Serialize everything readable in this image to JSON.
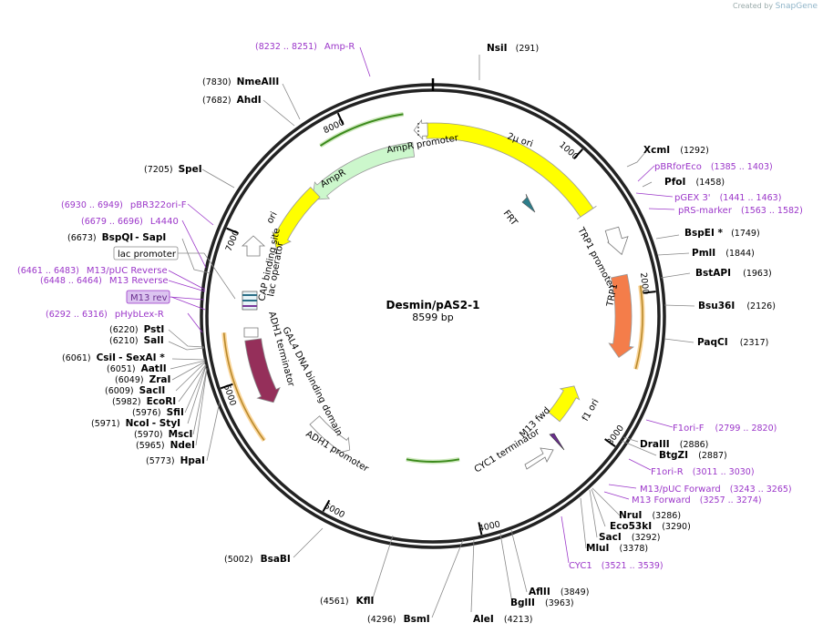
{
  "header": {
    "credit_prefix": "Created by",
    "credit_brand": "SnapGene"
  },
  "plasmid": {
    "name": "Desmin/pAS2-1",
    "length": "8599 bp"
  },
  "ticks": [
    "1000",
    "2000",
    "3000",
    "4000",
    "5000",
    "6000",
    "7000",
    "8000"
  ],
  "features": {
    "two_micron_ori": "2µ ori",
    "ampr_promoter": "AmpR promoter",
    "ampr": "AmpR",
    "ori": "ori",
    "cap_site": "CAP binding site",
    "lac_operator": "lac operator",
    "adh1_terminator": "ADH1 terminator",
    "gal4": "GAL4 DNA binding domain",
    "adh1_promoter": "ADH1 promoter",
    "frt": "FRT",
    "trp1_promoter": "TRP1 promoter",
    "trp1": "TRP1",
    "f1_ori": "f1 ori",
    "cyc1_terminator": "CYC1 terminator",
    "m13_fwd": "M13 fwd"
  },
  "enzymes_right": [
    {
      "name": "NsiI",
      "pos": "(291)"
    },
    {
      "name": "XcmI",
      "pos": "(1292)"
    },
    {
      "name": "PfoI",
      "pos": "(1458)"
    },
    {
      "name": "BspEI *",
      "pos": "(1749)"
    },
    {
      "name": "PmlI",
      "pos": "(1844)"
    },
    {
      "name": "BstAPI",
      "pos": "(1963)"
    },
    {
      "name": "Bsu36I",
      "pos": "(2126)"
    },
    {
      "name": "PaqCI",
      "pos": "(2317)"
    },
    {
      "name": "DraIII",
      "pos": "(2886)"
    },
    {
      "name": "BtgZI",
      "pos": "(2887)"
    },
    {
      "name": "NruI",
      "pos": "(3286)"
    },
    {
      "name": "Eco53kI",
      "pos": "(3290)"
    },
    {
      "name": "SacI",
      "pos": "(3292)"
    },
    {
      "name": "MluI",
      "pos": "(3378)"
    },
    {
      "name": "AflII",
      "pos": "(3849)"
    },
    {
      "name": "BglII",
      "pos": "(3963)"
    },
    {
      "name": "AleI",
      "pos": "(4213)"
    }
  ],
  "enzymes_bottom_left": [
    {
      "name": "BsmI",
      "pos": "(4296)"
    },
    {
      "name": "KflI",
      "pos": "(4561)"
    },
    {
      "name": "BsaBI",
      "pos": "(5002)"
    }
  ],
  "enzymes_left": [
    {
      "name": "NmeAIII",
      "pos": "(7830)"
    },
    {
      "name": "AhdI",
      "pos": "(7682)"
    },
    {
      "name": "SpeI",
      "pos": "(7205)"
    },
    {
      "name": "BspQI",
      "name2": "SapI",
      "pos": "(6673)"
    },
    {
      "name": "PstI",
      "pos": "(6220)"
    },
    {
      "name": "SalI",
      "pos": "(6210)"
    },
    {
      "name": "CsiI",
      "name2": "SexAI *",
      "pos": "(6061)"
    },
    {
      "name": "AatII",
      "pos": "(6051)"
    },
    {
      "name": "ZraI",
      "pos": "(6049)"
    },
    {
      "name": "SacII",
      "pos": "(6009)"
    },
    {
      "name": "EcoRI",
      "pos": "(5982)"
    },
    {
      "name": "SfiI",
      "pos": "(5976)"
    },
    {
      "name": "NcoI",
      "name2": "StyI",
      "pos": "(5971)"
    },
    {
      "name": "MscI",
      "pos": "(5970)"
    },
    {
      "name": "NdeI",
      "pos": "(5965)"
    },
    {
      "name": "HpaI",
      "pos": "(5773)"
    }
  ],
  "primers": [
    {
      "name": "Amp-R",
      "pos": "(8232 .. 8251)"
    },
    {
      "name": "pBRforEco",
      "pos": "(1385 .. 1403)"
    },
    {
      "name": "pGEX 3'",
      "pos": "(1441 .. 1463)"
    },
    {
      "name": "pRS-marker",
      "pos": "(1563 .. 1582)"
    },
    {
      "name": "F1ori-F",
      "pos": "(2799 .. 2820)"
    },
    {
      "name": "F1ori-R",
      "pos": "(3011 .. 3030)"
    },
    {
      "name": "M13/pUC Forward",
      "pos": "(3243 .. 3265)"
    },
    {
      "name": "M13 Forward",
      "pos": "(3257 .. 3274)"
    },
    {
      "name": "CYC1",
      "pos": "(3521 .. 3539)"
    },
    {
      "name": "pBR322ori-F",
      "pos": "(6930 .. 6949)"
    },
    {
      "name": "L4440",
      "pos": "(6679 .. 6696)"
    },
    {
      "name": "M13/pUC Reverse",
      "pos": "(6461 .. 6483)"
    },
    {
      "name": "M13 Reverse",
      "pos": "(6448 .. 6464)"
    },
    {
      "name": "pHybLex-R",
      "pos": "(6292 .. 6316)"
    }
  ],
  "boxed_labels": {
    "lac_promoter": "lac promoter",
    "m13_rev": "M13 rev"
  },
  "colors": {
    "primer": "#9b36c9",
    "ori_yellow": "#ffff00",
    "trp1": "#f47d4a",
    "gal4": "#952f5a",
    "ampr": "#ccf7cc",
    "green_arrow": "#3c8a1c"
  }
}
